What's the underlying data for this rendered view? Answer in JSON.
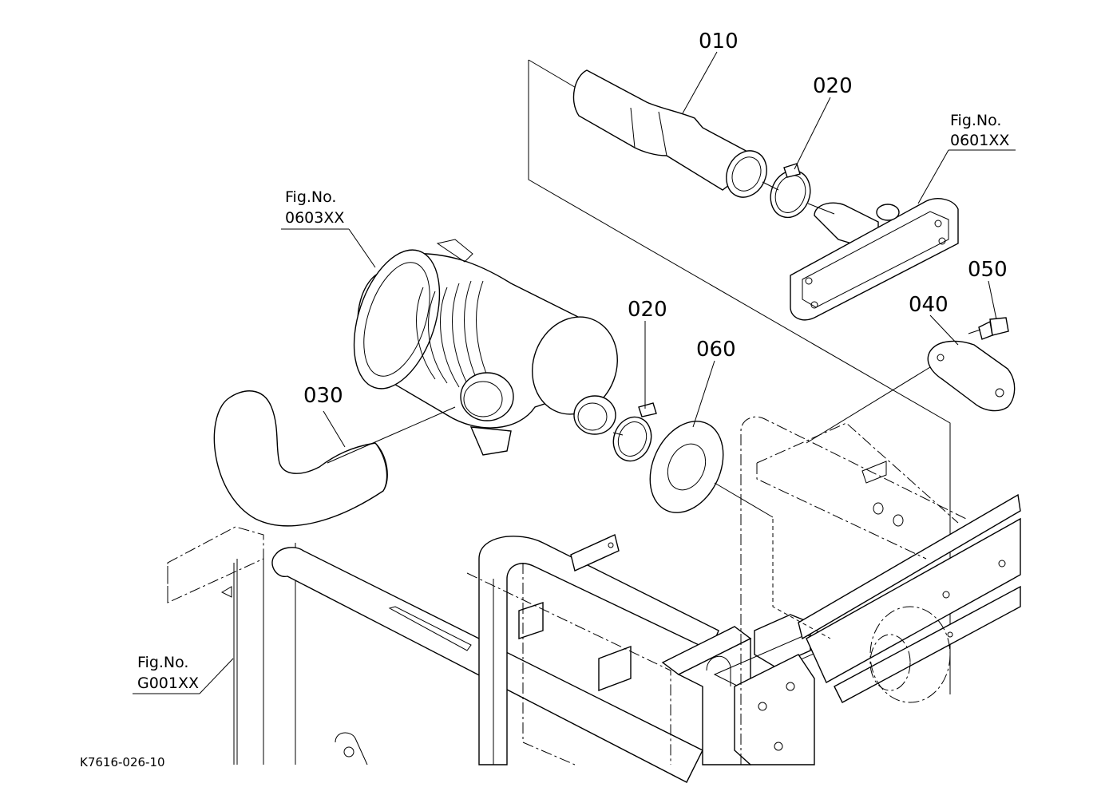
{
  "diagram": {
    "parts": [
      {
        "id": "010"
      },
      {
        "id": "020"
      },
      {
        "id": "020"
      },
      {
        "id": "030"
      },
      {
        "id": "040"
      },
      {
        "id": "050"
      },
      {
        "id": "060"
      }
    ],
    "figure_refs": [
      {
        "prefix": "Fig.No.",
        "code": "0601XX"
      },
      {
        "prefix": "Fig.No.",
        "code": "0603XX"
      },
      {
        "prefix": "Fig.No.",
        "code": "G001XX"
      }
    ],
    "drawing_code": "K7616-026-10"
  }
}
